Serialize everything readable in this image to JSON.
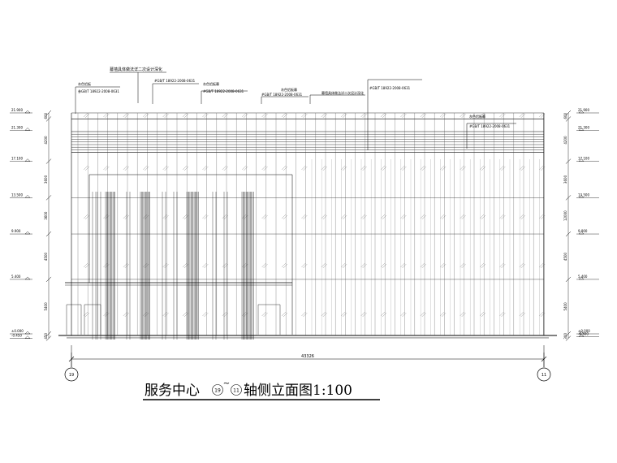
{
  "drawing": {
    "title_main": "服务中心",
    "title_axis_from": "19",
    "title_sep": "~",
    "title_axis_to": "11",
    "title_suffix": "轴侧立面图1:100"
  },
  "axes": {
    "left": "19",
    "right": "11",
    "overall_dim": "43326"
  },
  "levels_left": [
    {
      "label": "21.900",
      "elev": 21.9
    },
    {
      "label": "21.300",
      "elev": 21.3
    },
    {
      "label": "17.100",
      "elev": 17.1
    },
    {
      "label": "13.500",
      "elev": 13.5
    },
    {
      "label": "9.900",
      "elev": 9.9
    },
    {
      "label": "5.400",
      "elev": 5.4
    },
    {
      "label": "±0.000",
      "elev": 0.0
    },
    {
      "label": "-0.450",
      "elev": -0.45
    }
  ],
  "levels_right": [
    {
      "label": "21.900",
      "elev": 21.9
    },
    {
      "label": "21.300",
      "elev": 21.3
    },
    {
      "label": "17.100",
      "elev": 17.1
    },
    {
      "label": "13.500",
      "elev": 13.5
    },
    {
      "label": "9.900",
      "elev": 9.9
    },
    {
      "label": "5.400",
      "elev": 5.4
    },
    {
      "label": "±0.000",
      "elev": 0.0
    },
    {
      "label": "-0.300",
      "elev": -0.3
    }
  ],
  "dims_left": [
    "600",
    "4200",
    "3600",
    "3600",
    "4500",
    "5400",
    "450"
  ],
  "dims_right": [
    "600",
    "4200",
    "3600",
    "12000",
    "4500",
    "5400",
    "300"
  ],
  "annotations": [
    {
      "lines": [
        "幕墙具体做法详二次设计深化"
      ],
      "num": "1"
    },
    {
      "lines": [
        "灰色铝板",
        "参GB/T 18922-2008-0631"
      ],
      "num": "2"
    },
    {
      "lines": [
        "#GB/T 18922-2008-0631"
      ],
      "num": "3"
    },
    {
      "lines": [
        "灰色铝板幕",
        "#GB/T 18922-2008-0631"
      ],
      "num": "4"
    },
    {
      "lines": [
        "灰色铝板幕",
        "#GB/T 18922-2008-0631"
      ],
      "num": "5"
    },
    {
      "lines": [
        "幕墙具体做法详二次设计深化"
      ],
      "num": "6"
    },
    {
      "lines": [
        "#GB/T 18922-2008-0631"
      ],
      "num": "7"
    },
    {
      "lines": [
        "灰色铝板幕",
        "#GB/T 18922-2008-0631"
      ],
      "num": "8"
    }
  ]
}
